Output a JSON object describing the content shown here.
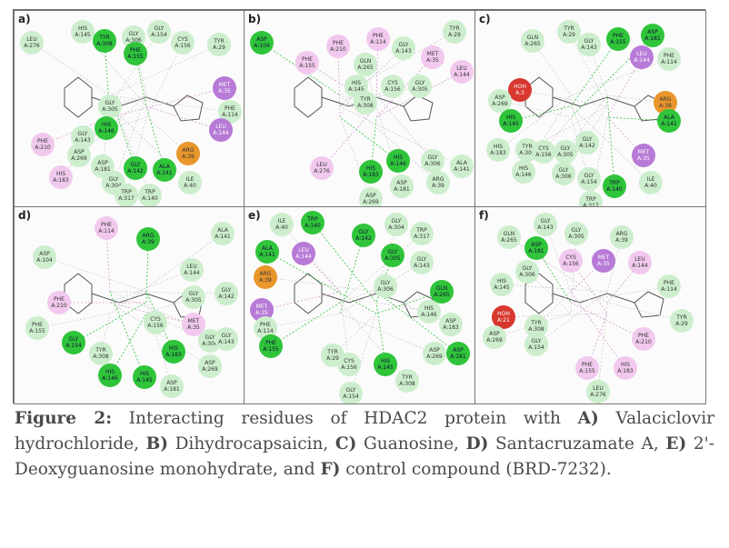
{
  "panels": [
    {
      "label": "a)",
      "residues": [
        {
          "t": "LEU\nA:276",
          "c": "green"
        },
        {
          "t": "HIS\nA:145",
          "c": "green"
        },
        {
          "t": "TYR\nA:308",
          "c": "dgreen"
        },
        {
          "t": "GLY\nA:306",
          "c": "green"
        },
        {
          "t": "GLY\nA:154",
          "c": "green"
        },
        {
          "t": "CYS\nA:156",
          "c": "green"
        },
        {
          "t": "TYR\nA:29",
          "c": "green"
        },
        {
          "t": "PHE\nA:155",
          "c": "dgreen"
        },
        {
          "t": "MET\nA:35",
          "c": "purple"
        },
        {
          "t": "GLY\nA:305",
          "c": "green"
        },
        {
          "t": "HIS\nA:146",
          "c": "dgreen"
        },
        {
          "t": "GLY\nA:143",
          "c": "green"
        },
        {
          "t": "PHE\nA:114",
          "c": "green"
        },
        {
          "t": "LEU\nA:144",
          "c": "purple"
        },
        {
          "t": "PHE\nA:210",
          "c": "pink"
        },
        {
          "t": "ASP\nA:269",
          "c": "green"
        },
        {
          "t": "ASP\nA:181",
          "c": "green"
        },
        {
          "t": "ARG\nA:39",
          "c": "orange"
        },
        {
          "t": "GLY\nA:142",
          "c": "dgreen"
        },
        {
          "t": "ALA\nA:141",
          "c": "dgreen"
        },
        {
          "t": "HIS\nA:183",
          "c": "pink"
        },
        {
          "t": "GLY\nA:304",
          "c": "green"
        },
        {
          "t": "ILE\nA:40",
          "c": "green"
        },
        {
          "t": "TRP\nA:317",
          "c": "green"
        },
        {
          "t": "TRP\nA:140",
          "c": "green"
        }
      ]
    },
    {
      "label": "b)",
      "residues": [
        {
          "t": "ASP\nA:104",
          "c": "dgreen"
        },
        {
          "t": "PHE\nA:155",
          "c": "pink"
        },
        {
          "t": "PHE\nA:210",
          "c": "pink"
        },
        {
          "t": "PHE\nA:114",
          "c": "pink"
        },
        {
          "t": "GLY\nA:143",
          "c": "green"
        },
        {
          "t": "MET\nA:35",
          "c": "pink"
        },
        {
          "t": "TYR\nA:29",
          "c": "green"
        },
        {
          "t": "GLN\nA:265",
          "c": "green"
        },
        {
          "t": "HIS\nA:145",
          "c": "green"
        },
        {
          "t": "CYS\nA:156",
          "c": "green"
        },
        {
          "t": "GLY\nA:305",
          "c": "green"
        },
        {
          "t": "LEU\nA:144",
          "c": "pink"
        },
        {
          "t": "TYR\nA:308",
          "c": "green"
        },
        {
          "t": "LEU\nA:276",
          "c": "pink"
        },
        {
          "t": "HIS\nA:146",
          "c": "dgreen"
        },
        {
          "t": "GLY\nA:306",
          "c": "green"
        },
        {
          "t": "ALA\nA:141",
          "c": "green"
        },
        {
          "t": "HIS\nA:183",
          "c": "dgreen"
        },
        {
          "t": "ARG\nA:39",
          "c": "green"
        },
        {
          "t": "ASP\nA:181",
          "c": "green"
        },
        {
          "t": "ASP\nA:269",
          "c": "green"
        }
      ]
    },
    {
      "label": "c)",
      "residues": [
        {
          "t": "GLN\nA:265",
          "c": "green"
        },
        {
          "t": "TYR\nA:29",
          "c": "green"
        },
        {
          "t": "ASP\nA:181",
          "c": "dgreen"
        },
        {
          "t": "GLY\nA:143",
          "c": "green"
        },
        {
          "t": "PHE\nA:155",
          "c": "dgreen"
        },
        {
          "t": "LEU\nA:144",
          "c": "purple"
        },
        {
          "t": "PHE\nA:114",
          "c": "green"
        },
        {
          "t": "HOH\nA:3",
          "c": "red"
        },
        {
          "t": "ASP\nA:269",
          "c": "green"
        },
        {
          "t": "ARG\nA:39",
          "c": "orange"
        },
        {
          "t": "HIS\nA:145",
          "c": "dgreen"
        },
        {
          "t": "ALA\nA:141",
          "c": "dgreen"
        },
        {
          "t": "HIS\nA:183",
          "c": "green"
        },
        {
          "t": "TYR\nA:308",
          "c": "green"
        },
        {
          "t": "CYS\nA:156",
          "c": "green"
        },
        {
          "t": "GLY\nA:305",
          "c": "green"
        },
        {
          "t": "GLY\nA:142",
          "c": "green"
        },
        {
          "t": "MET\nA:35",
          "c": "purple"
        },
        {
          "t": "HIS\nA:146",
          "c": "green"
        },
        {
          "t": "GLY\nA:306",
          "c": "green"
        },
        {
          "t": "GLY\nA:154",
          "c": "green"
        },
        {
          "t": "TRP\nA:140",
          "c": "dgreen"
        },
        {
          "t": "ILE\nA:40",
          "c": "green"
        },
        {
          "t": "TRP\nA:317",
          "c": "green"
        }
      ]
    },
    {
      "label": "d)",
      "residues": [
        {
          "t": "PHE\nA:114",
          "c": "pink"
        },
        {
          "t": "ARG\nA:39",
          "c": "dgreen"
        },
        {
          "t": "ALA\nA:141",
          "c": "green"
        },
        {
          "t": "ASP\nA:104",
          "c": "green"
        },
        {
          "t": "LEU\nA:144",
          "c": "green"
        },
        {
          "t": "GLY\nA:305",
          "c": "green"
        },
        {
          "t": "GLY\nA:142",
          "c": "green"
        },
        {
          "t": "PHE\nA:210",
          "c": "pink"
        },
        {
          "t": "PHE\nA:155",
          "c": "green"
        },
        {
          "t": "CYS\nA:156",
          "c": "green"
        },
        {
          "t": "MET\nA:35",
          "c": "pink"
        },
        {
          "t": "GLY\nA:306",
          "c": "green"
        },
        {
          "t": "GLY\nA:143",
          "c": "green"
        },
        {
          "t": "GLY\nA:154",
          "c": "dgreen"
        },
        {
          "t": "TYR\nA:308",
          "c": "green"
        },
        {
          "t": "HIS\nA:183",
          "c": "dgreen"
        },
        {
          "t": "ASP\nA:269",
          "c": "green"
        },
        {
          "t": "HIS\nA:146",
          "c": "dgreen"
        },
        {
          "t": "HIS\nA:145",
          "c": "dgreen"
        },
        {
          "t": "ASP\nA:181",
          "c": "green"
        }
      ]
    },
    {
      "label": "e)",
      "residues": [
        {
          "t": "ILE\nA:40",
          "c": "green"
        },
        {
          "t": "TRP\nA:140",
          "c": "dgreen"
        },
        {
          "t": "GLY\nA:142",
          "c": "dgreen"
        },
        {
          "t": "GLY\nA:304",
          "c": "green"
        },
        {
          "t": "TRP\nA:317",
          "c": "green"
        },
        {
          "t": "ALA\nA:141",
          "c": "dgreen"
        },
        {
          "t": "LEU\nA:144",
          "c": "purple"
        },
        {
          "t": "GLY\nA:305",
          "c": "dgreen"
        },
        {
          "t": "GLY\nA:143",
          "c": "green"
        },
        {
          "t": "ARG\nA:39",
          "c": "orange"
        },
        {
          "t": "GLY\nA:306",
          "c": "green"
        },
        {
          "t": "GLN\nA:265",
          "c": "dgreen"
        },
        {
          "t": "MET\nA:35",
          "c": "purple"
        },
        {
          "t": "HIS\nA:146",
          "c": "green"
        },
        {
          "t": "PHE\nA:114",
          "c": "green"
        },
        {
          "t": "ASP\nA:183",
          "c": "green"
        },
        {
          "t": "PHE\nA:155",
          "c": "dgreen"
        },
        {
          "t": "TYR\nA:29",
          "c": "green"
        },
        {
          "t": "CYS\nA:156",
          "c": "green"
        },
        {
          "t": "HIS\nA:145",
          "c": "dgreen"
        },
        {
          "t": "ASP\nA:269",
          "c": "green"
        },
        {
          "t": "ASP\nA:181",
          "c": "dgreen"
        },
        {
          "t": "TYR\nA:308",
          "c": "green"
        },
        {
          "t": "GLY\nA:154",
          "c": "green"
        }
      ]
    },
    {
      "label": "f)",
      "residues": [
        {
          "t": "GLY\nA:143",
          "c": "green"
        },
        {
          "t": "GLN\nA:265",
          "c": "green"
        },
        {
          "t": "GLY\nA:305",
          "c": "green"
        },
        {
          "t": "ARG\nA:39",
          "c": "green"
        },
        {
          "t": "ASP\nA:181",
          "c": "dgreen"
        },
        {
          "t": "CYS\nA:156",
          "c": "pink"
        },
        {
          "t": "MET\nA:35",
          "c": "purple"
        },
        {
          "t": "LEU\nA:144",
          "c": "pink"
        },
        {
          "t": "GLY\nA:306",
          "c": "green"
        },
        {
          "t": "HIS\nA:145",
          "c": "green"
        },
        {
          "t": "PHE\nA:114",
          "c": "green"
        },
        {
          "t": "HOH\nA:21",
          "c": "red"
        },
        {
          "t": "TYR\nA:308",
          "c": "green"
        },
        {
          "t": "TYR\nA:29",
          "c": "green"
        },
        {
          "t": "ASP\nA:269",
          "c": "green"
        },
        {
          "t": "GLY\nA:154",
          "c": "green"
        },
        {
          "t": "PHE\nA:210",
          "c": "pink"
        },
        {
          "t": "PHE\nA:155",
          "c": "pink"
        },
        {
          "t": "HIS\nA:183",
          "c": "pink"
        },
        {
          "t": "LEU\nA:276",
          "c": "green"
        }
      ]
    }
  ],
  "caption": {
    "label": "Figure 2:",
    "p1": " Interacting residues of HDAC2 protein with ",
    "a": "A)",
    "p2": " Valaciclovir hydrochloride, ",
    "b": "B)",
    "p3": " Dihydrocapsaicin, ",
    "c": "C)",
    "p4": " Guanosine, ",
    "d": "D)",
    "p5": " Santacruzamate A, ",
    "e": "E)",
    "p6": " 2'-Deoxyguanosine monohydrate, and ",
    "f": "F)",
    "p7": " control compound (BRD-7232)."
  }
}
